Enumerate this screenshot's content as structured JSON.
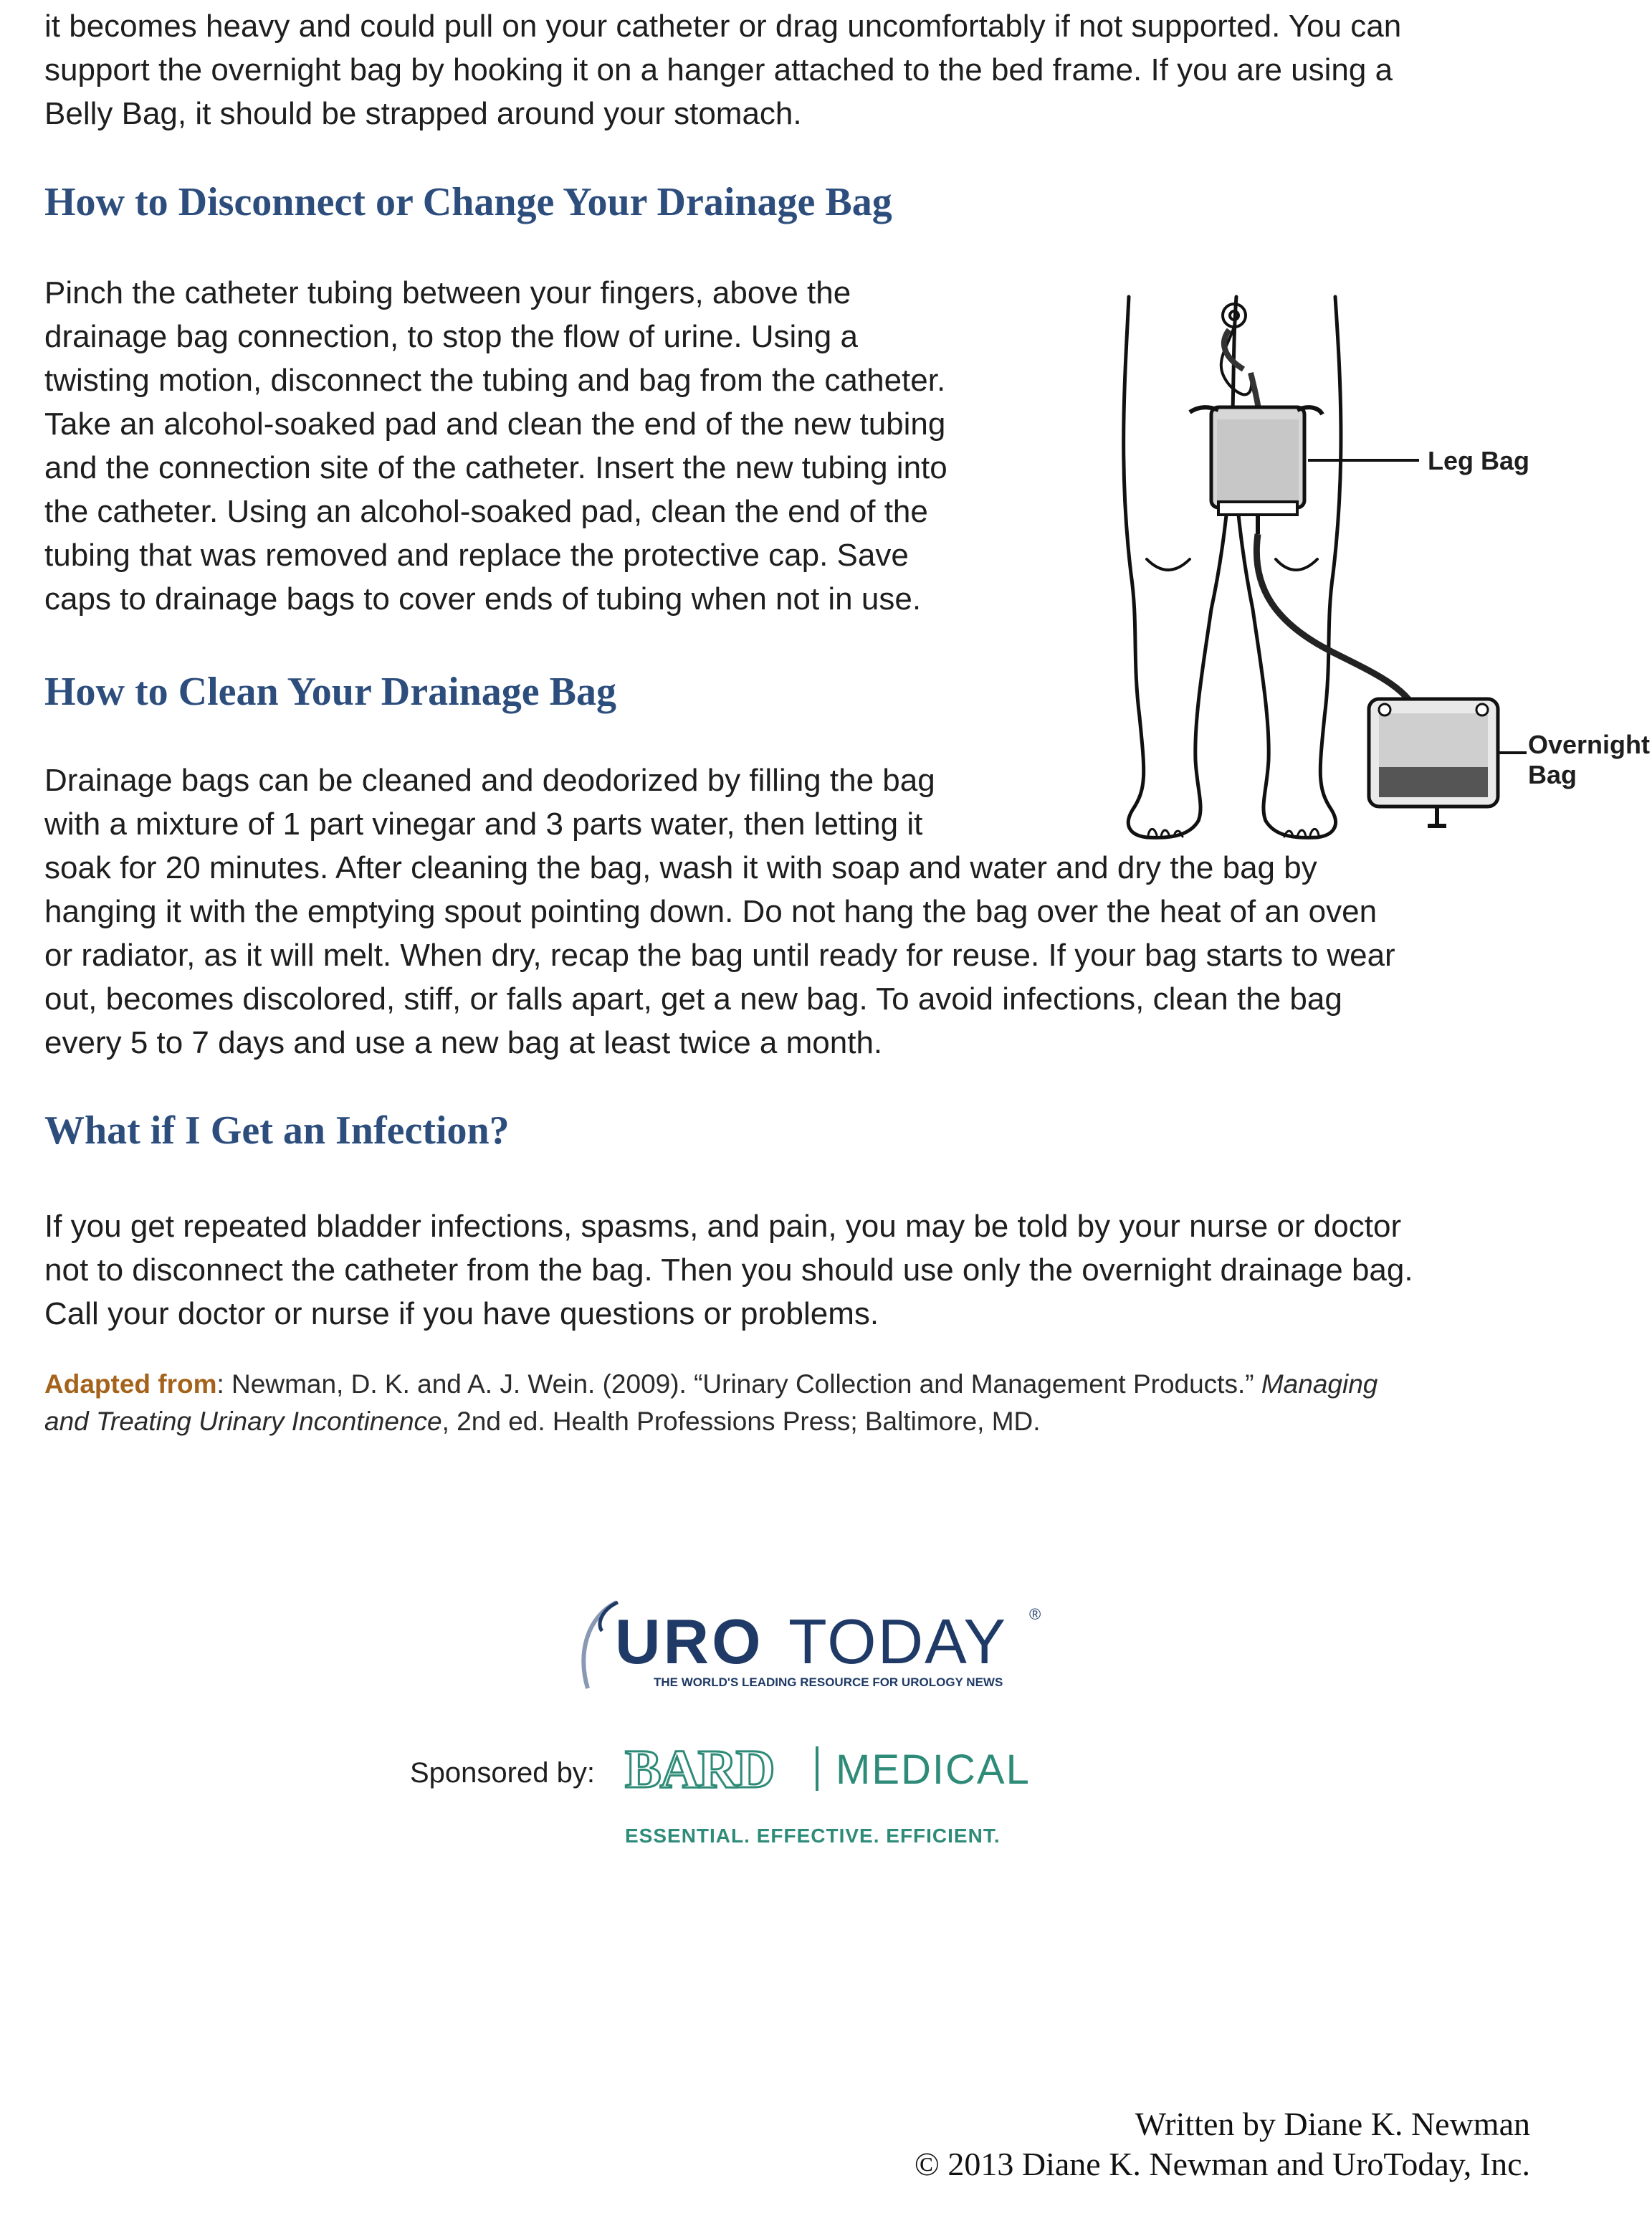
{
  "intro": {
    "lines": [
      "it becomes heavy and could pull on your catheter or drag uncomfortably if not supported. You can",
      "support the overnight bag by hooking it on a hanger attached to the bed frame. If you are using a",
      "Belly Bag, it should be strapped around your stomach."
    ]
  },
  "section_disconnect": {
    "heading": "How to Disconnect or Change Your Drainage Bag",
    "lines": [
      "Pinch the catheter tubing between your fingers, above the",
      "drainage bag connection, to stop the flow of urine. Using a",
      "twisting motion, disconnect the tubing and bag from the catheter.",
      "Take an alcohol-soaked pad and clean the end of the new tubing",
      "and the connection site of the catheter. Insert the new tubing into",
      "the catheter. Using an alcohol-soaked pad, clean the end of the",
      "tubing that was removed and replace the protective cap. Save",
      "caps to drainage bags to cover ends of tubing when not in use."
    ]
  },
  "figure": {
    "leg_bag_label": "Leg Bag",
    "overnight_label_1": "Overnight",
    "overnight_label_2": "Bag"
  },
  "section_clean": {
    "heading": "How to Clean Your Drainage Bag",
    "lines": [
      "Drainage bags can be cleaned and deodorized by filling the bag",
      "with a mixture of 1 part vinegar and 3 parts water, then letting it",
      "soak for 20 minutes. After cleaning the bag, wash it with soap and water and dry the bag by",
      "hanging it with the emptying spout pointing down. Do not hang the bag over the heat of an oven",
      "or radiator, as it will melt. When dry, recap the bag until ready for reuse. If your bag starts to wear",
      "out, becomes discolored, stiff, or falls apart, get a new bag. To avoid infections, clean the bag",
      "every 5 to 7 days and use a new bag at least twice a month."
    ]
  },
  "section_infection": {
    "heading": "What if I Get an Infection?",
    "lines": [
      "If you get repeated bladder infections, spasms, and pain, you may be told by your nurse or doctor",
      "not to disconnect the catheter from the bag. Then you should use only the overnight drainage bag.",
      "Call your doctor or nurse if you have questions or problems."
    ]
  },
  "citation": {
    "lead": "Adapted from",
    "text_1": ": Newman, D. K. and A. J. Wein. (2009). “Urinary Collection and Management Products.” ",
    "title_1": "Managing",
    "title_2": "and Treating Urinary Incontinence",
    "text_2": ", 2nd ed. Health Professions Press; Baltimore, MD."
  },
  "logos": {
    "urotoday_uro": "URO",
    "urotoday_today": "TODAY",
    "urotoday_reg": "®",
    "urotoday_tagline": "THE WORLD'S LEADING RESOURCE FOR UROLOGY NEWS",
    "sponsored_by": "Sponsored by:",
    "bard_name": "BARD",
    "bard_medical": "MEDICAL",
    "bard_tagline": "ESSENTIAL. EFFECTIVE. EFFICIENT."
  },
  "footer": {
    "line_1": "Written by Diane K. Newman",
    "line_2": "© 2013 Diane K. Newman and UroToday, Inc."
  },
  "colors": {
    "heading": "#2d4e7d",
    "cite_lead": "#a5621a",
    "uro_navy": "#1f3a66",
    "bard_green": "#2e8b78"
  }
}
